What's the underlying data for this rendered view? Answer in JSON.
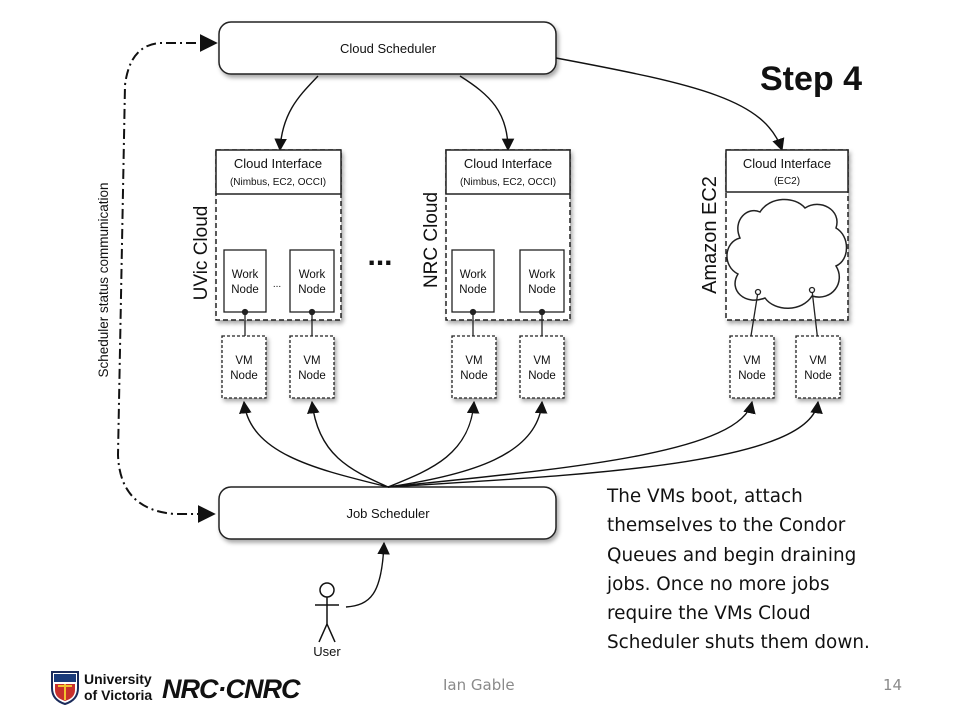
{
  "title": "Step 4",
  "cloud_scheduler": {
    "label": "Cloud Scheduler"
  },
  "job_scheduler": {
    "label": "Job Scheduler"
  },
  "status_comm": {
    "label": "Scheduler status communication"
  },
  "ellipsis": "...",
  "clouds": [
    {
      "name": "UVic Cloud",
      "interface_title": "Cloud Interface",
      "interface_sub": "(Nimbus, EC2, OCCI)",
      "work_nodes": [
        {
          "line1": "Work",
          "line2": "Node"
        },
        {
          "line1": "Work",
          "line2": "Node"
        }
      ],
      "work_dots": "...",
      "vm_nodes": [
        {
          "line1": "VM",
          "line2": "Node"
        },
        {
          "line1": "VM",
          "line2": "Node"
        }
      ]
    },
    {
      "name": "NRC Cloud",
      "interface_title": "Cloud Interface",
      "interface_sub": "(Nimbus, EC2, OCCI)",
      "work_nodes": [
        {
          "line1": "Work",
          "line2": "Node"
        },
        {
          "line1": "Work",
          "line2": "Node"
        }
      ],
      "vm_nodes": [
        {
          "line1": "VM",
          "line2": "Node"
        },
        {
          "line1": "VM",
          "line2": "Node"
        }
      ]
    },
    {
      "name": "Amazon EC2",
      "interface_title": "Cloud Interface",
      "interface_sub": "(EC2)",
      "vm_nodes": [
        {
          "line1": "VM",
          "line2": "Node"
        },
        {
          "line1": "VM",
          "line2": "Node"
        }
      ]
    }
  ],
  "user": {
    "label": "User"
  },
  "caption_lines": [
    "The VMs boot, attach",
    "themselves to the Condor",
    "Queues and begin draining",
    "jobs. Once no more jobs",
    "require the VMs Cloud",
    "Scheduler shuts them down."
  ],
  "footer": {
    "author": "Ian Gable",
    "page": "14",
    "uvic_line1": "University",
    "uvic_line2": "of Victoria",
    "nrc_logo": "NRC·CNRC"
  }
}
